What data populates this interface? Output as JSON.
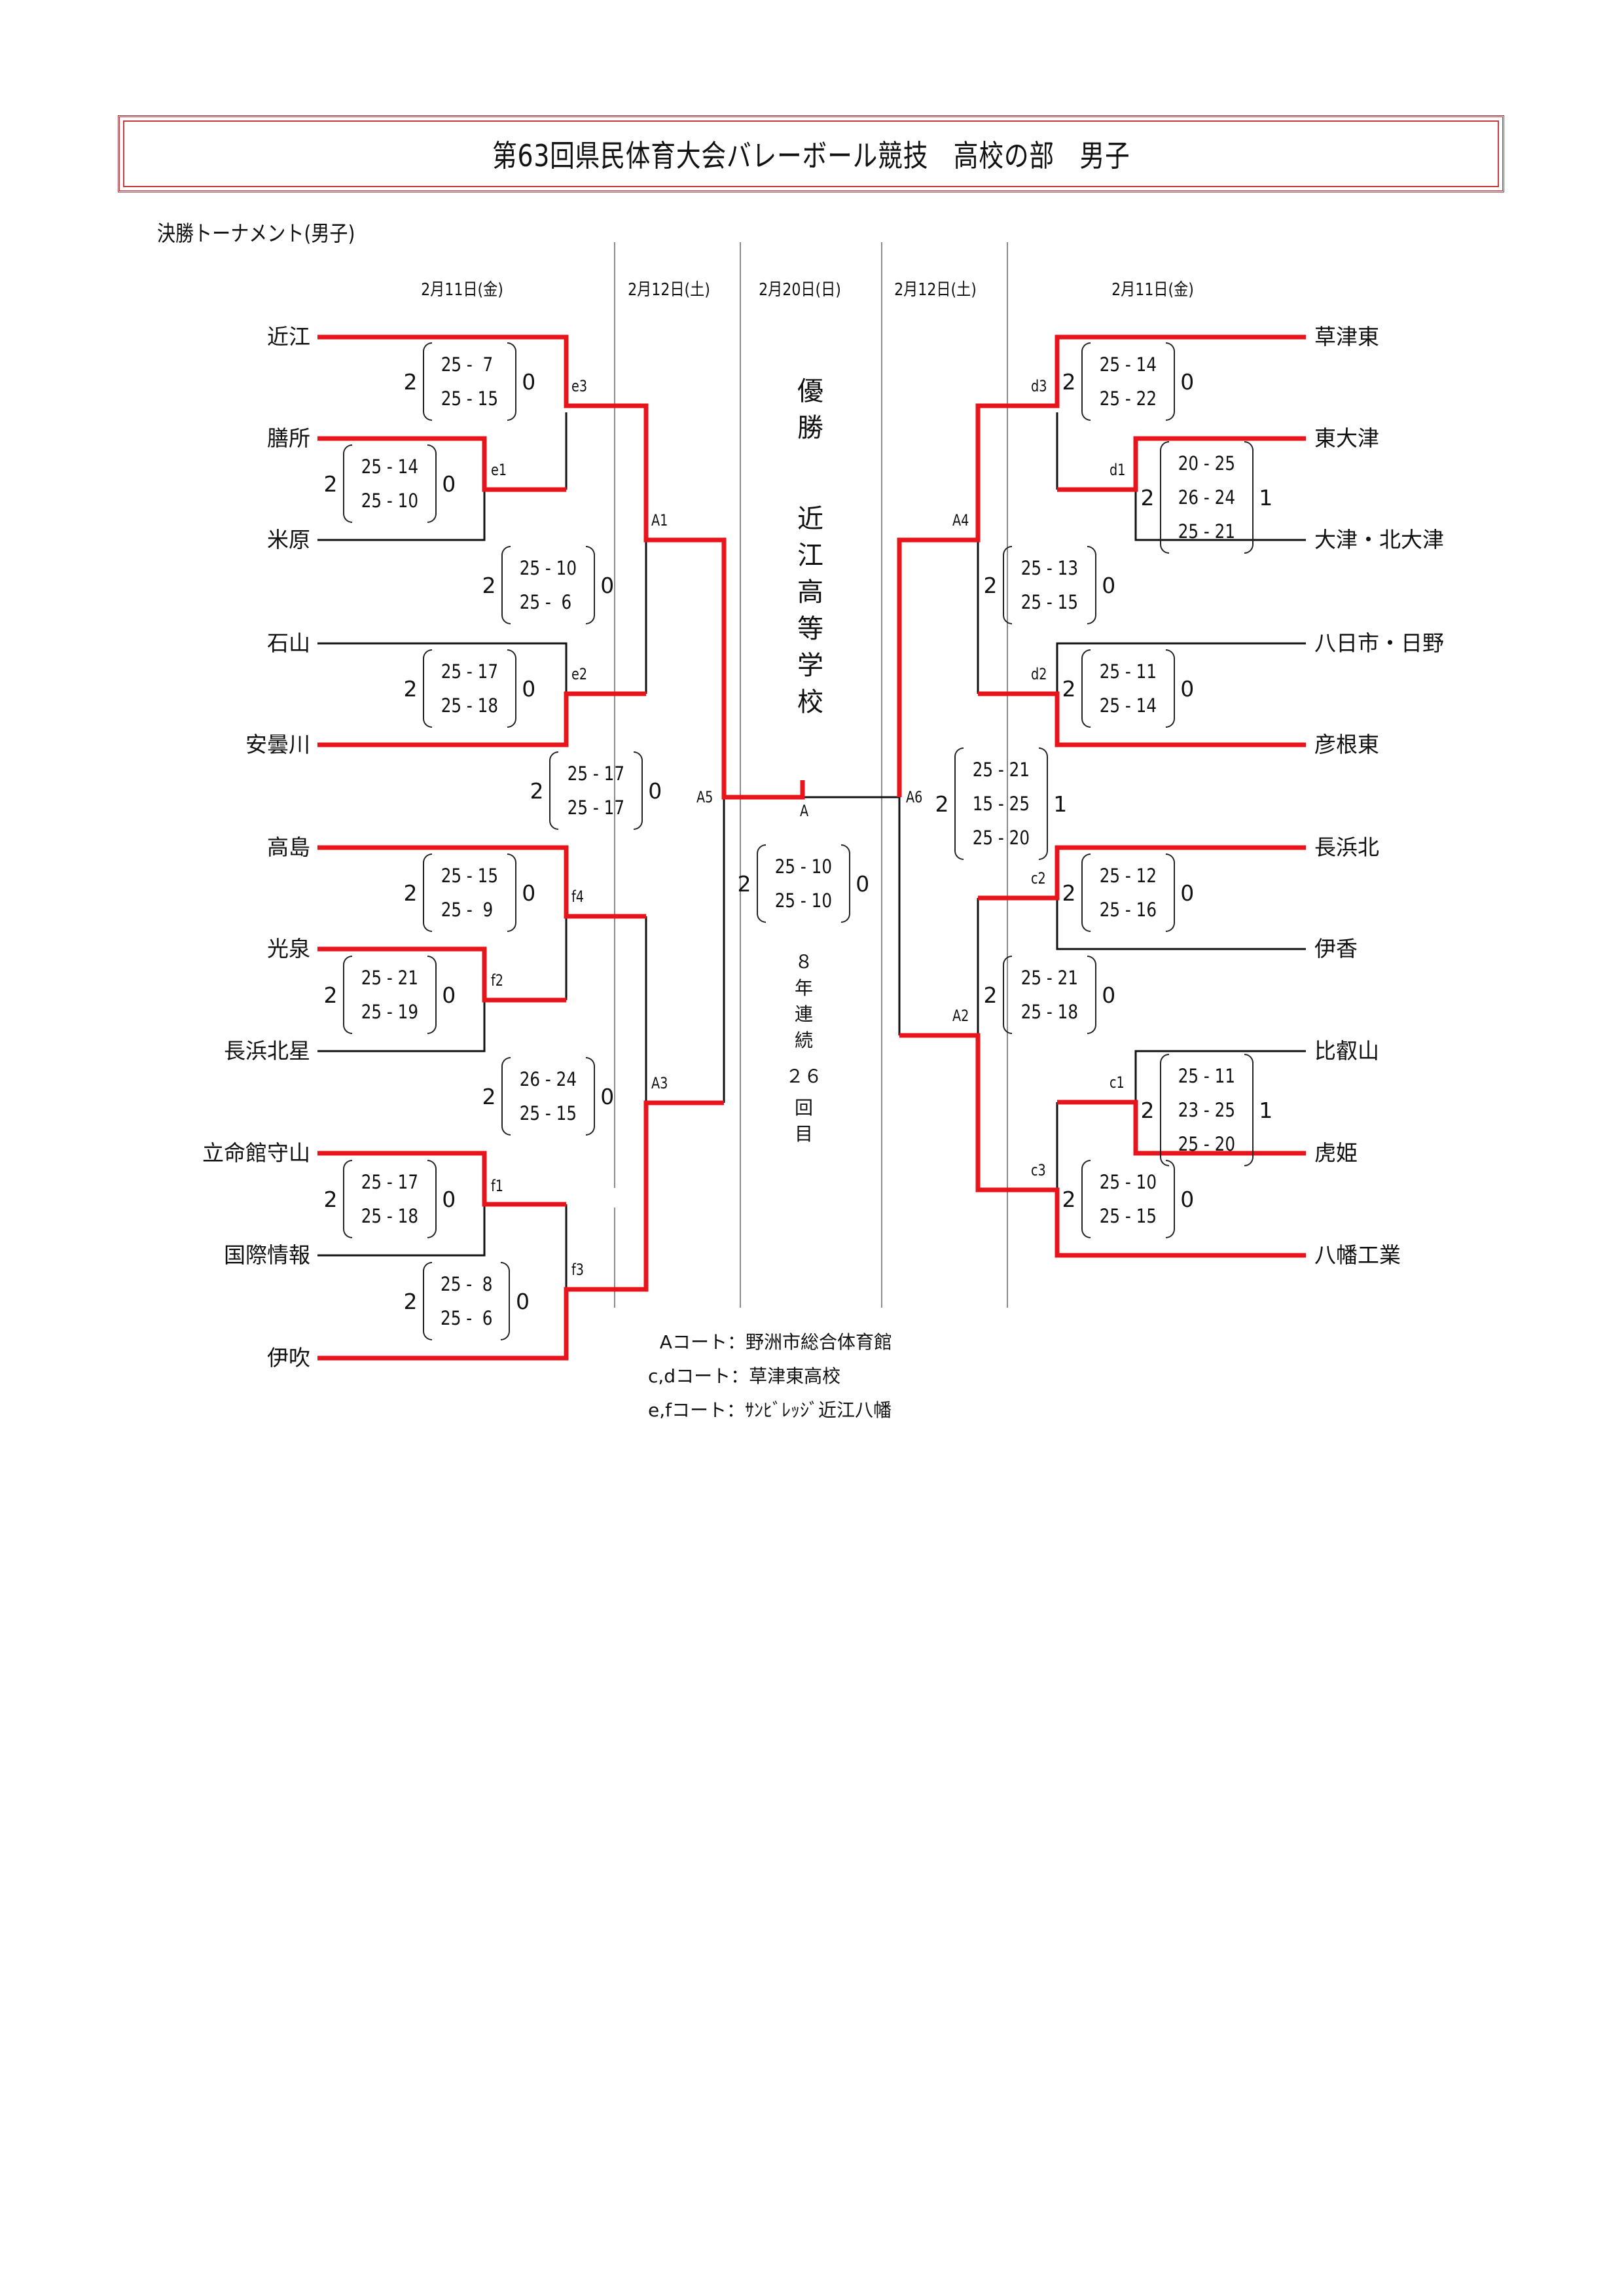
{
  "header": {
    "title": "第63回県民体育大会バレーボール競技　高校の部　男子",
    "subtitle": "決勝トーナメント(男子)"
  },
  "dates": {
    "left_round1": "2月11日(金)",
    "left_round2": "2月12日(土)",
    "final": "2月20日(日)",
    "right_round2": "2月12日(土)",
    "right_round1": "2月11日(金)"
  },
  "colors": {
    "winner_line": "#e8141c",
    "loser_line": "#111111",
    "divider": "#8a8a8a",
    "title_border": "#b22a30"
  },
  "left_teams": [
    "近江",
    "膳所",
    "米原",
    "石山",
    "安曇川",
    "高島",
    "光泉",
    "長浜北星",
    "立命館守山",
    "国際情報",
    "伊吹"
  ],
  "right_teams": [
    "草津東",
    "東大津",
    "大津・北大津",
    "八日市・日野",
    "彦根東",
    "長浜北",
    "伊香",
    "比叡山",
    "虎姫",
    "八幡工業"
  ],
  "matches": {
    "e1": {
      "code": "e1",
      "winner_sets": "2",
      "loser_sets": "0",
      "sets": [
        "25 - 14",
        "25 - 10"
      ]
    },
    "e2": {
      "code": "e2",
      "winner_sets": "2",
      "loser_sets": "0",
      "sets": [
        "25 - 17",
        "25 - 18"
      ]
    },
    "e3": {
      "code": "e3",
      "winner_sets": "2",
      "loser_sets": "0",
      "sets": [
        "25 -  7",
        "25 - 15"
      ]
    },
    "f1": {
      "code": "f1",
      "winner_sets": "2",
      "loser_sets": "0",
      "sets": [
        "25 - 17",
        "25 - 18"
      ]
    },
    "f2": {
      "code": "f2",
      "winner_sets": "2",
      "loser_sets": "0",
      "sets": [
        "25 - 21",
        "25 - 19"
      ]
    },
    "f3": {
      "code": "f3",
      "winner_sets": "2",
      "loser_sets": "0",
      "sets": [
        "25 -  8",
        "25 -  6"
      ]
    },
    "f4": {
      "code": "f4",
      "winner_sets": "2",
      "loser_sets": "0",
      "sets": [
        "25 - 15",
        "25 -  9"
      ]
    },
    "A1": {
      "code": "A1",
      "winner_sets": "2",
      "loser_sets": "0",
      "sets": [
        "25 - 10",
        "25 -  6"
      ]
    },
    "A3": {
      "code": "A3",
      "winner_sets": "2",
      "loser_sets": "0",
      "sets": [
        "26 - 24",
        "25 - 15"
      ]
    },
    "A5": {
      "code": "A5",
      "winner_sets": "2",
      "loser_sets": "0",
      "sets": [
        "25 - 17",
        "25 - 17"
      ]
    },
    "final": {
      "code": "A",
      "winner_sets": "2",
      "loser_sets": "0",
      "sets": [
        "25 - 10",
        "25 - 10"
      ]
    },
    "A6": {
      "code": "A6",
      "winner_sets": "2",
      "loser_sets": "1",
      "sets": [
        "25 - 21",
        "15 - 25",
        "25 - 20"
      ]
    },
    "A4": {
      "code": "A4",
      "winner_sets": "2",
      "loser_sets": "0",
      "sets": [
        "25 - 13",
        "25 - 15"
      ]
    },
    "A2": {
      "code": "A2",
      "winner_sets": "2",
      "loser_sets": "0",
      "sets": [
        "25 - 21",
        "25 - 18"
      ]
    },
    "d1": {
      "code": "d1",
      "winner_sets": "2",
      "loser_sets": "1",
      "sets": [
        "20 - 25",
        "26 - 24",
        "25 - 21"
      ]
    },
    "d2": {
      "code": "d2",
      "winner_sets": "2",
      "loser_sets": "0",
      "sets": [
        "25 - 11",
        "25 - 14"
      ]
    },
    "d3": {
      "code": "d3",
      "winner_sets": "2",
      "loser_sets": "0",
      "sets": [
        "25 - 14",
        "25 - 22"
      ]
    },
    "c1": {
      "code": "c1",
      "winner_sets": "2",
      "loser_sets": "1",
      "sets": [
        "25 - 11",
        "23 - 25",
        "25 - 20"
      ]
    },
    "c2": {
      "code": "c2",
      "winner_sets": "2",
      "loser_sets": "0",
      "sets": [
        "25 - 12",
        "25 - 16"
      ]
    },
    "c3": {
      "code": "c3",
      "winner_sets": "2",
      "loser_sets": "0",
      "sets": [
        "25 - 10",
        "25 - 15"
      ]
    }
  },
  "champion": {
    "label": [
      "優",
      "勝"
    ],
    "name": [
      "近",
      "江",
      "高",
      "等",
      "学",
      "校"
    ],
    "streak": [
      "８",
      "年",
      "連",
      "続"
    ],
    "count": [
      "２６",
      "回",
      "目"
    ]
  },
  "notes": [
    "  Aコート：野洲市総合体育館",
    "c,dコート：草津東高校",
    "e,fコート：ｻﾝﾋﾞﾚｯｼﾞ近江八幡"
  ]
}
